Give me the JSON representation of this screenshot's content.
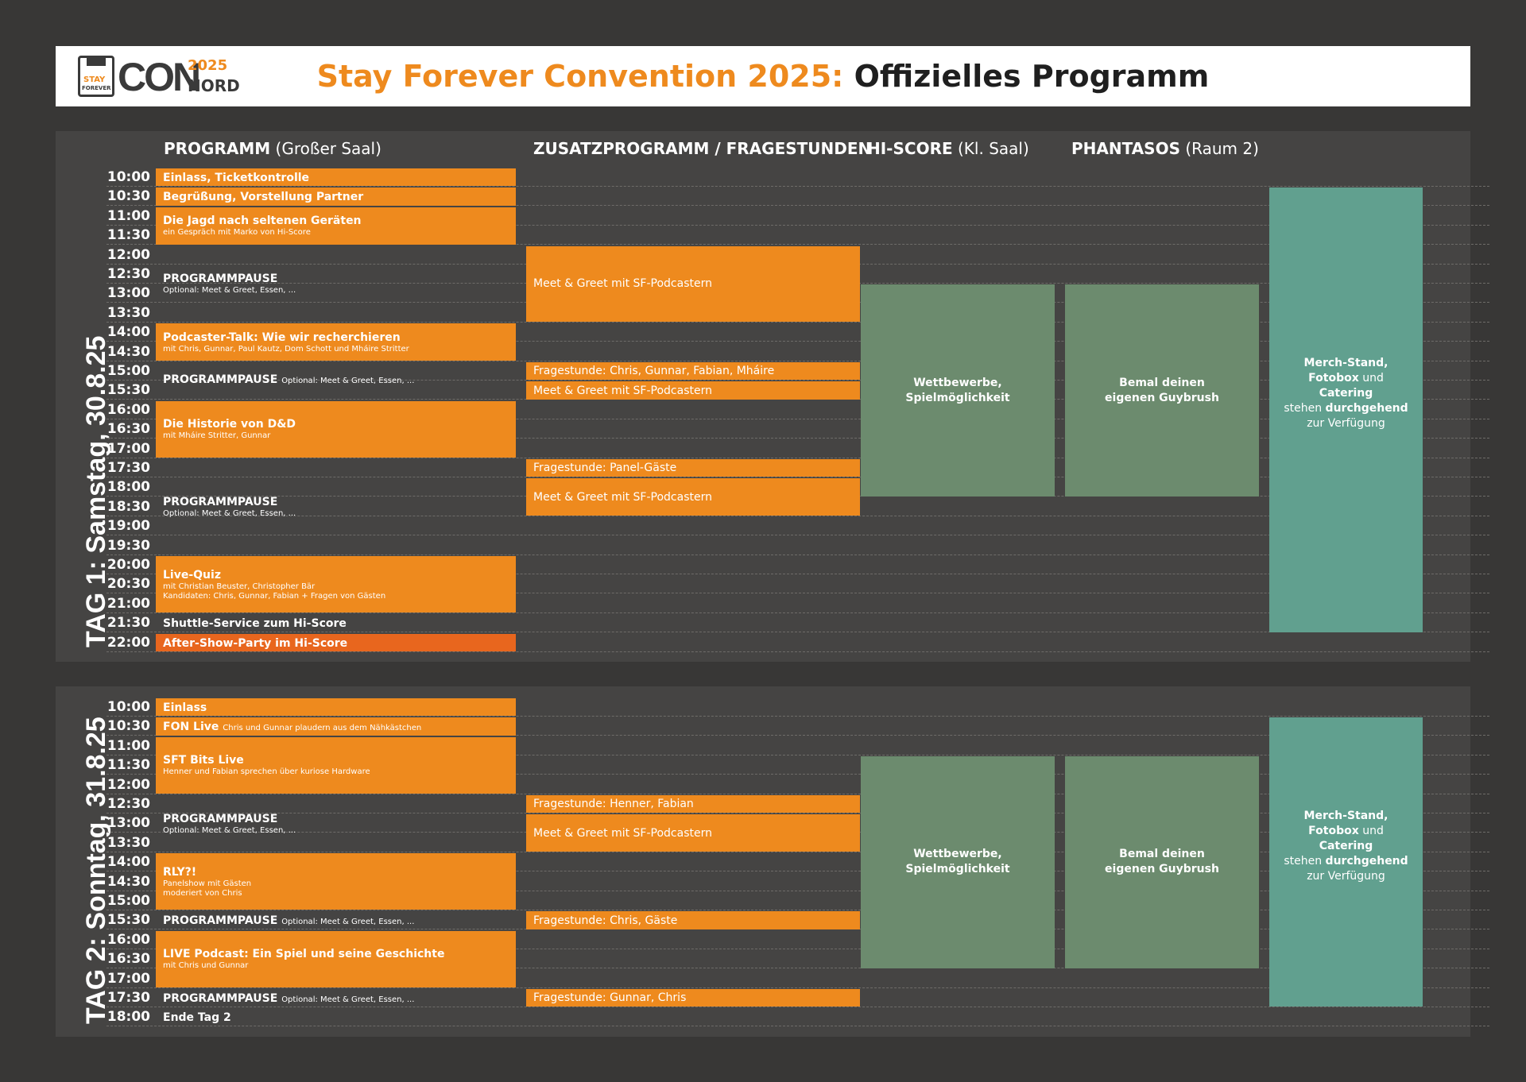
{
  "header": {
    "logo_stay": "STAY",
    "logo_forever": "FOREVER",
    "logo_con": "CON",
    "logo_year": "2025",
    "logo_nord": "NORD",
    "title_orange": "Stay Forever Convention 2025:",
    "title_dark": "Offizielles Programm"
  },
  "columns": {
    "programm_bold": "PROGRAMM",
    "programm_rest": "(Großer Saal)",
    "zusatz_bold": "ZUSATZPROGRAMM / FRAGESTUNDEN",
    "hiscore_bold": "HI-SCORE",
    "hiscore_rest": "(Kl. Saal)",
    "phantasos_bold": "PHANTASOS",
    "phantasos_rest": "(Raum 2)"
  },
  "day1": {
    "label": "TAG 1: Samstag, 30.8.25",
    "times": [
      "10:00",
      "10:30",
      "11:00",
      "11:30",
      "12:00",
      "12:30",
      "13:00",
      "13:30",
      "14:00",
      "14:30",
      "15:00",
      "15:30",
      "16:00",
      "16:30",
      "17:00",
      "17:30",
      "18:00",
      "18:30",
      "19:00",
      "19:30",
      "20:00",
      "20:30",
      "21:00",
      "21:30",
      "22:00"
    ],
    "main": [
      {
        "start": 0,
        "span": 1,
        "style": "orange",
        "title": "Einlass, Ticketkontrolle",
        "sub": "",
        "inline": ""
      },
      {
        "start": 1,
        "span": 1,
        "style": "orange",
        "title": "Begrüßung, Vorstellung Partner",
        "sub": "",
        "inline": ""
      },
      {
        "start": 2,
        "span": 2,
        "style": "orange",
        "title": "Die Jagd nach seltenen Geräten",
        "sub": "ein Gespräch mit Marko von Hi-Score",
        "inline": ""
      },
      {
        "start": 4,
        "span": 4,
        "style": "plain",
        "title": "PROGRAMMPAUSE",
        "sub": "Optional: Meet & Greet, Essen, ...",
        "inline": ""
      },
      {
        "start": 8,
        "span": 2,
        "style": "orange",
        "title": "Podcaster-Talk: Wie wir recherchieren",
        "sub": "mit Chris, Gunnar, Paul Kautz, Dom Schott und Mháire Stritter",
        "inline": ""
      },
      {
        "start": 10,
        "span": 2,
        "style": "plain",
        "title": "PROGRAMMPAUSE",
        "sub": "",
        "inline": "Optional: Meet & Greet, Essen, ..."
      },
      {
        "start": 12,
        "span": 3,
        "style": "orange",
        "title": "Die Historie von D&D",
        "sub": "mit Mháire Stritter, Gunnar",
        "inline": ""
      },
      {
        "start": 15,
        "span": 5,
        "style": "plain",
        "title": "PROGRAMMPAUSE",
        "sub": "Optional: Meet & Greet, Essen, ...",
        "inline": ""
      },
      {
        "start": 20,
        "span": 3,
        "style": "orange",
        "title": "Live-Quiz",
        "sub": "mit Christian Beuster, Christopher Bär",
        "sub2": "Kandidaten: Chris, Gunnar, Fabian + Fragen von Gästen",
        "inline": ""
      },
      {
        "start": 23,
        "span": 1,
        "style": "plain",
        "title": "Shuttle-Service zum Hi-Score",
        "sub": "",
        "inline": ""
      },
      {
        "start": 24,
        "span": 1,
        "style": "dorange",
        "title": "After-Show-Party im Hi-Score",
        "sub": "",
        "inline": ""
      }
    ],
    "zusatz": [
      {
        "start": 4,
        "span": 4,
        "label": "Meet & Greet mit SF-Podcastern"
      },
      {
        "start": 10,
        "span": 1,
        "label": "Fragestunde: Chris, Gunnar, Fabian, Mháire"
      },
      {
        "start": 11,
        "span": 1,
        "label": "Meet & Greet mit SF-Podcastern"
      },
      {
        "start": 15,
        "span": 1,
        "label": "Fragestunde: Panel-Gäste"
      },
      {
        "start": 16,
        "span": 2,
        "label": "Meet & Greet mit SF-Podcastern"
      }
    ],
    "hiscore": {
      "start": 6,
      "span": 11,
      "text": "Wettbewerbe,\nSpielmöglichkeit"
    },
    "phantasos": {
      "start": 6,
      "span": 11,
      "text": "Bemal deinen\neigenen Guybrush"
    },
    "merch": {
      "start": 1,
      "span": 23,
      "l1": "Merch-Stand,",
      "l2a": "Fotobox",
      "l2b": " und",
      "l3": "Catering",
      "l4a": "stehen ",
      "l4b": "durchgehend",
      "l5": "zur Verfügung"
    }
  },
  "day2": {
    "label": "TAG 2: Sonntag, 31.8.25",
    "times": [
      "10:00",
      "10:30",
      "11:00",
      "11:30",
      "12:00",
      "12:30",
      "13:00",
      "13:30",
      "14:00",
      "14:30",
      "15:00",
      "15:30",
      "16:00",
      "16:30",
      "17:00",
      "17:30",
      "18:00"
    ],
    "main": [
      {
        "start": 0,
        "span": 1,
        "style": "orange",
        "title": "Einlass",
        "sub": "",
        "inline": ""
      },
      {
        "start": 1,
        "span": 1,
        "style": "orange",
        "title": "FON Live",
        "sub": "",
        "inline": "Chris und Gunnar plaudern aus dem Nähkästchen"
      },
      {
        "start": 2,
        "span": 3,
        "style": "orange",
        "title": "SFT Bits Live",
        "sub": "Henner und Fabian sprechen über kuriose Hardware",
        "inline": ""
      },
      {
        "start": 5,
        "span": 3,
        "style": "plain",
        "title": "PROGRAMMPAUSE",
        "sub": "Optional: Meet & Greet, Essen, ...",
        "inline": ""
      },
      {
        "start": 8,
        "span": 3,
        "style": "orange",
        "title": "RLY?!",
        "sub": "Panelshow mit Gästen",
        "sub2": "moderiert von Chris",
        "inline": ""
      },
      {
        "start": 11,
        "span": 1,
        "style": "plain",
        "title": "PROGRAMMPAUSE",
        "sub": "",
        "inline": "Optional: Meet & Greet, Essen, ..."
      },
      {
        "start": 12,
        "span": 3,
        "style": "orange",
        "title": "LIVE Podcast: Ein Spiel und seine Geschichte",
        "sub": "mit Chris und Gunnar",
        "inline": ""
      },
      {
        "start": 15,
        "span": 1,
        "style": "plain",
        "title": "PROGRAMMPAUSE",
        "sub": "",
        "inline": "Optional: Meet & Greet, Essen, ..."
      },
      {
        "start": 16,
        "span": 1,
        "style": "plain",
        "title": "Ende Tag 2",
        "sub": "",
        "inline": ""
      }
    ],
    "zusatz": [
      {
        "start": 5,
        "span": 1,
        "label": "Fragestunde: Henner, Fabian"
      },
      {
        "start": 6,
        "span": 2,
        "label": "Meet & Greet mit SF-Podcastern"
      },
      {
        "start": 11,
        "span": 1,
        "label": "Fragestunde: Chris, Gäste"
      },
      {
        "start": 15,
        "span": 1,
        "label": "Fragestunde: Gunnar, Chris"
      }
    ],
    "hiscore": {
      "start": 3,
      "span": 11,
      "text": "Wettbewerbe,\nSpielmöglichkeit"
    },
    "phantasos": {
      "start": 3,
      "span": 11,
      "text": "Bemal deinen\neigenen Guybrush"
    },
    "merch": {
      "start": 1,
      "span": 15,
      "l1": "Merch-Stand,",
      "l2a": "Fotobox",
      "l2b": " und",
      "l3": "Catering",
      "l4a": "stehen ",
      "l4b": "durchgehend",
      "l5": "zur Verfügung"
    }
  },
  "colors": {
    "orange": "#ee8a1e",
    "dark_orange": "#e8661e",
    "green": "#6c8b6e",
    "teal": "#61a08f",
    "panel": "#454443",
    "bg": "#383736"
  }
}
